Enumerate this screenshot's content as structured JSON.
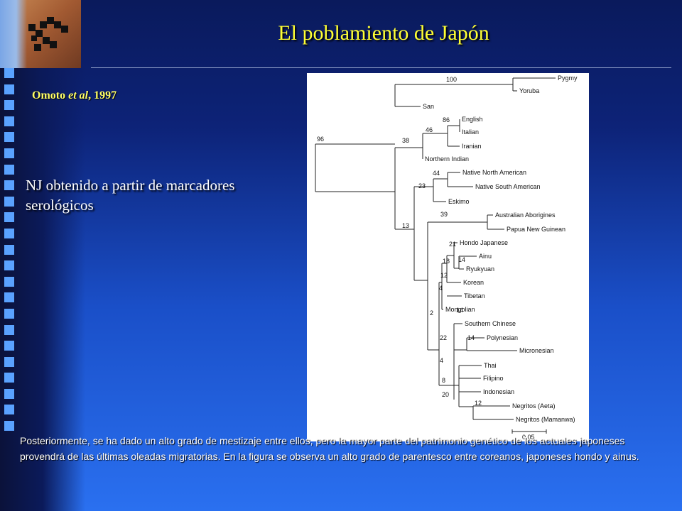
{
  "slide": {
    "title": "El poblamiento de Japón",
    "citation_author": "Omoto ",
    "citation_etal": "et al",
    "citation_year": ", 1997",
    "subtitle": "NJ obtenido a partir de marcadores serológicos",
    "footer": "Posteriormente, se ha dado un alto grado de mestizaje entre ellos, pero la mayor parte del patrimonio genético de los actuales japoneses provendrá de las últimas oleadas migratorias. En la figura se observa un alto grado de parentesco entre coreanos, japoneses hondo y ainus."
  },
  "tree": {
    "taxa": [
      "Pygmy",
      "Yoruba",
      "San",
      "English",
      "Italian",
      "Iranian",
      "Northern Indian",
      "Native North American",
      "Native South American",
      "Eskimo",
      "Australian Aborigines",
      "Papua New Guinean",
      "Hondo Japanese",
      "Ainu",
      "Ryukyuan",
      "Korean",
      "Tibetan",
      "Mongolian",
      "Southern Chinese",
      "Polynesian",
      "Micronesian",
      "Thai",
      "Filipino",
      "Indonesian",
      "Negritos (Aeta)",
      "Negritos (Mamanwa)"
    ],
    "bootstrap": [
      "100",
      "96",
      "86",
      "46",
      "38",
      "44",
      "23",
      "39",
      "13",
      "21",
      "14",
      "18",
      "12",
      "4",
      "14",
      "2",
      "14",
      "22",
      "4",
      "8",
      "20",
      "12"
    ],
    "scale_label": "0.05"
  }
}
